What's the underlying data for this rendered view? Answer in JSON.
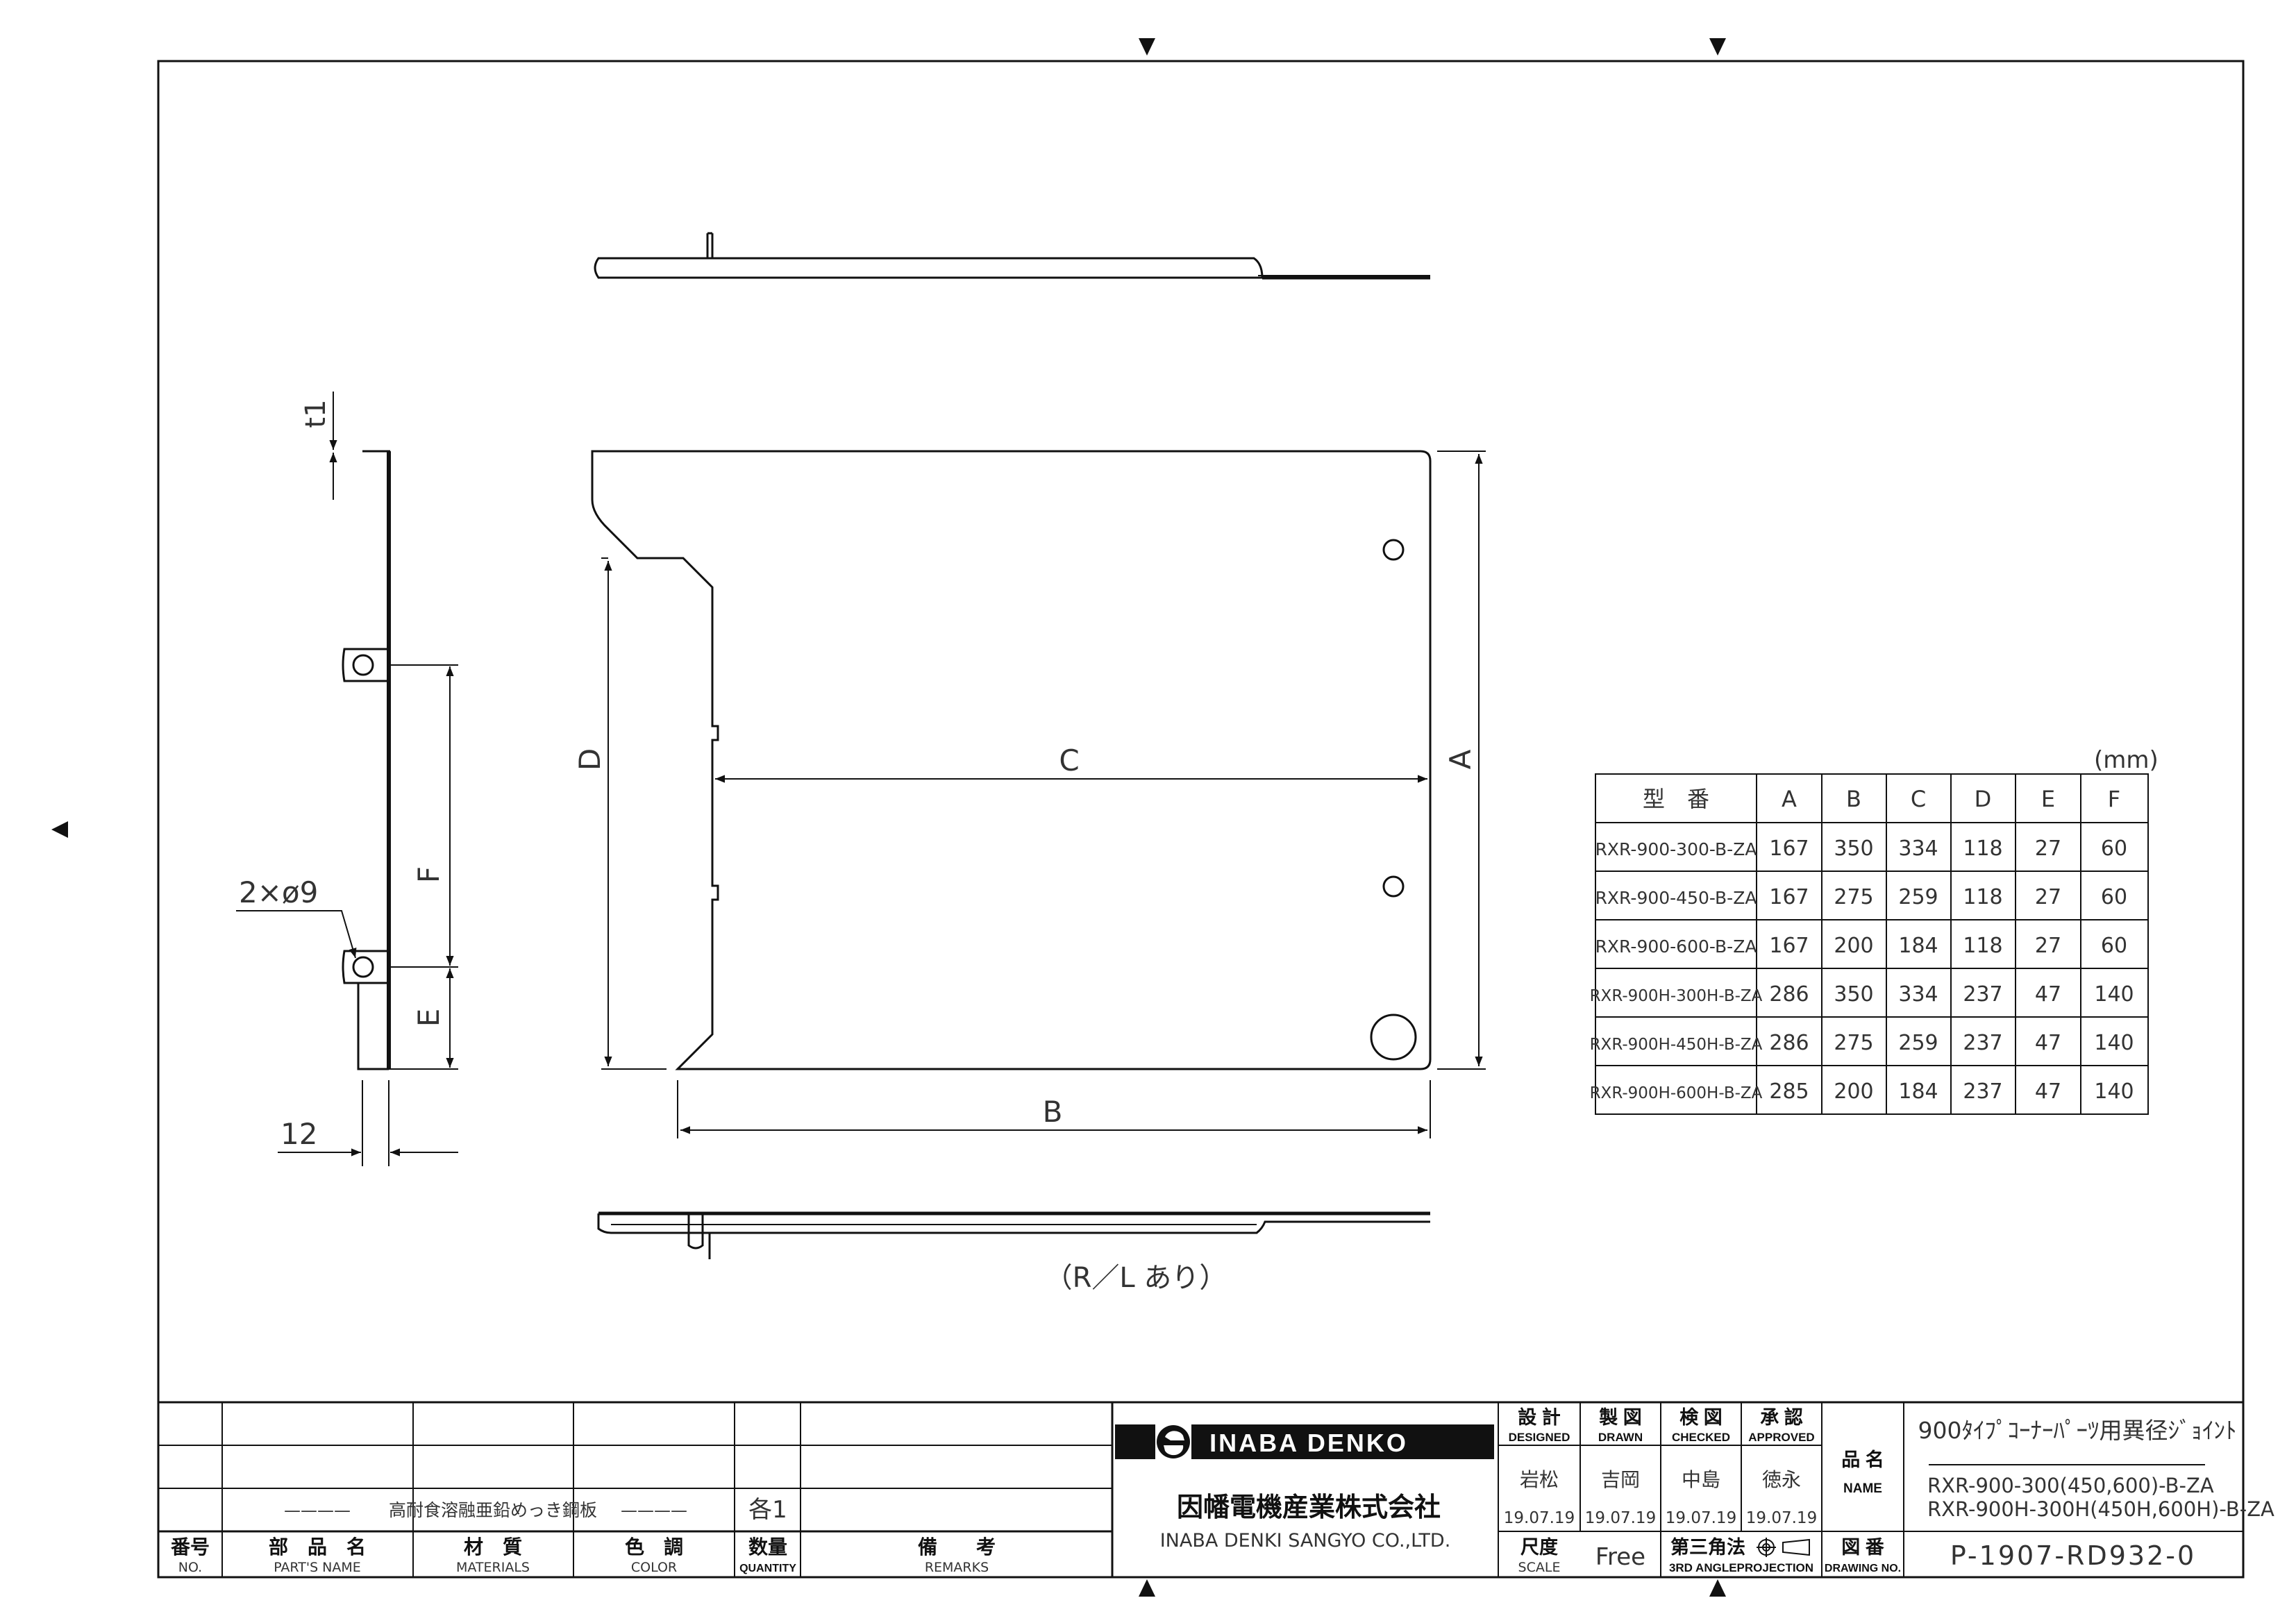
{
  "drawing": {
    "dims": {
      "t1": "t1",
      "phi": "2×ø9",
      "d12": "12",
      "F": "F",
      "E": "E",
      "D": "D",
      "C": "C",
      "A": "A",
      "B": "B"
    },
    "note": "（R／L あり）"
  },
  "table": {
    "unit": "(mm)",
    "headers": [
      "型　番",
      "A",
      "B",
      "C",
      "D",
      "E",
      "F"
    ],
    "rows": [
      [
        "RXR-900-300-B-ZA",
        "167",
        "350",
        "334",
        "118",
        "27",
        "60"
      ],
      [
        "RXR-900-450-B-ZA",
        "167",
        "275",
        "259",
        "118",
        "27",
        "60"
      ],
      [
        "RXR-900-600-B-ZA",
        "167",
        "200",
        "184",
        "118",
        "27",
        "60"
      ],
      [
        "RXR-900H-300H-B-ZA",
        "286",
        "350",
        "334",
        "237",
        "47",
        "140"
      ],
      [
        "RXR-900H-450H-B-ZA",
        "286",
        "275",
        "259",
        "237",
        "47",
        "140"
      ],
      [
        "RXR-900H-600H-B-ZA",
        "285",
        "200",
        "184",
        "237",
        "47",
        "140"
      ]
    ]
  },
  "title_block": {
    "parts": {
      "dash": "————",
      "material": "高耐食溶融亜鉛めっき鋼板",
      "color": "————",
      "quantity": "各1"
    },
    "headers": {
      "no": "番号",
      "no_en": "NO.",
      "part": "部　品　名",
      "part_en": "PART'S NAME",
      "material": "材　質",
      "material_en": "MATERIALS",
      "color": "色　調",
      "color_en": "COLOR",
      "quantity": "数量",
      "quantity_en": "QUANTITY",
      "remarks": "備　　考",
      "remarks_en": "REMARKS"
    },
    "company": {
      "brand": "INABA DENKO",
      "name_jp": "因幡電機産業株式会社",
      "name_en": "INABA DENKI SANGYO CO.,LTD."
    },
    "signoff": {
      "designed": "設 計",
      "designed_en": "DESIGNED",
      "drawn": "製 図",
      "drawn_en": "DRAWN",
      "checked": "検 図",
      "checked_en": "CHECKED",
      "approved": "承 認",
      "approved_en": "APPROVED",
      "designer": "岩松",
      "drafter": "吉岡",
      "checker": "中島",
      "approver": "徳永",
      "date": "19.07.19"
    },
    "scale": {
      "label": "尺度",
      "label_en": "SCALE",
      "value": "Free"
    },
    "projection": {
      "label": "第三角法",
      "label_en": "3RD ANGLEPROJECTION"
    },
    "drawing_no": {
      "label": "図 番",
      "label_en": "DRAWING NO.",
      "value": "P-1907-RD932-0"
    },
    "product": {
      "label": "品 名",
      "label_en": "NAME",
      "title": "900ﾀｲﾌﾟｺｰﾅｰﾊﾟｰﾂ用異径ｼﾞｮｲﾝﾄ",
      "model1": "RXR-900-300(450,600)-B-ZA",
      "model2": "RXR-900H-300H(450H,600H)-B-ZA"
    }
  }
}
